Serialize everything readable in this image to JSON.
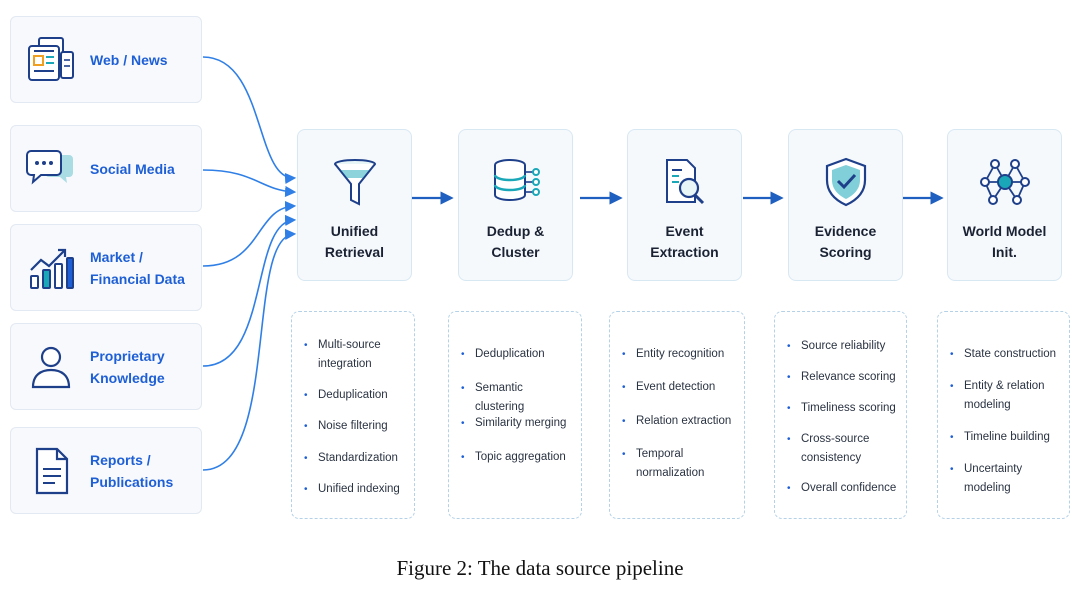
{
  "sources": [
    {
      "label": "Web / News",
      "icon": "newspaper-icon"
    },
    {
      "label": "Social Media",
      "icon": "chat-bubbles-icon"
    },
    {
      "label": "Market /\nFinancial Data",
      "icon": "bar-chart-icon"
    },
    {
      "label": "Proprietary\nKnowledge",
      "icon": "person-icon"
    },
    {
      "label": "Reports /\nPublications",
      "icon": "document-icon"
    }
  ],
  "stages": [
    {
      "label": "Unified\nRetrieval",
      "icon": "funnel-icon"
    },
    {
      "label": "Dedup &\nCluster",
      "icon": "database-icon"
    },
    {
      "label": "Event\nExtraction",
      "icon": "document-search-icon"
    },
    {
      "label": "Evidence\nScoring",
      "icon": "shield-check-icon"
    },
    {
      "label": "World Model\nInit.",
      "icon": "network-icon"
    }
  ],
  "details": [
    [
      "Multi-source integration",
      "Deduplication",
      "Noise filtering",
      "Standardization",
      "Unified indexing"
    ],
    [
      "Deduplication",
      "Semantic clustering",
      "Similarity merging",
      "Topic aggregation"
    ],
    [
      "Entity recognition",
      "Event detection",
      "Relation extraction",
      "Temporal normalization"
    ],
    [
      "Source reliability",
      "Relevance scoring",
      "Timeliness scoring",
      "Cross-source consistency",
      "Overall confidence"
    ],
    [
      "State construction",
      "Entity & relation modeling",
      "Timeline building",
      "Uncertainty modeling"
    ]
  ],
  "caption": "Figure 2: The data source pipeline",
  "colors": {
    "accent": "#1e5fd6",
    "icon_teal": "#1aa7b8",
    "arrow": "#1f5fbf"
  }
}
